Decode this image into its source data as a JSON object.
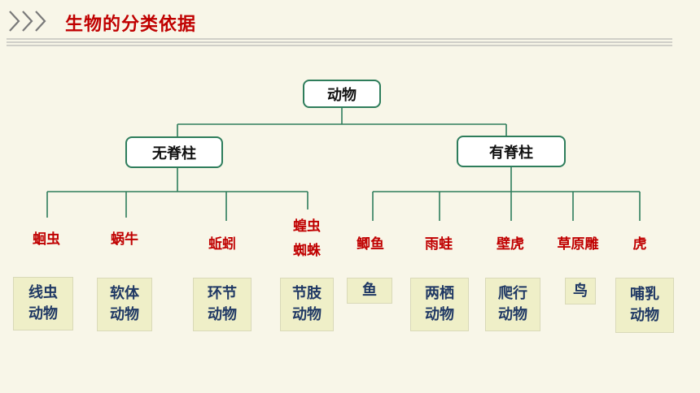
{
  "title": "生物的分类依据",
  "root": "动物",
  "groups": {
    "invertebrate": "无脊柱",
    "vertebrate": "有脊柱"
  },
  "animals": {
    "a1": "蛔虫",
    "a2": "蜗牛",
    "a3": "蚯蚓",
    "a4_line1": "蝗虫",
    "a4_line2": "蜘蛛",
    "a5": "鲫鱼",
    "a6": "雨蛙",
    "a7": "壁虎",
    "a8": "草原雕",
    "a9": "虎"
  },
  "categories": {
    "c1_line1": "线虫",
    "c1_line2": "动物",
    "c2_line1": "软体",
    "c2_line2": "动物",
    "c3_line1": "环节",
    "c3_line2": "动物",
    "c4_line1": "节肢",
    "c4_line2": "动物",
    "c5": "鱼",
    "c6_line1": "两栖",
    "c6_line2": "动物",
    "c7_line1": "爬行",
    "c7_line2": "动物",
    "c8": "鸟",
    "c9_line1": "哺乳",
    "c9_line2": "动物"
  },
  "colors": {
    "accent": "#c00000",
    "tree_line": "#2e7d5b",
    "category_bg": "#efefc8",
    "category_text": "#1f3864"
  }
}
